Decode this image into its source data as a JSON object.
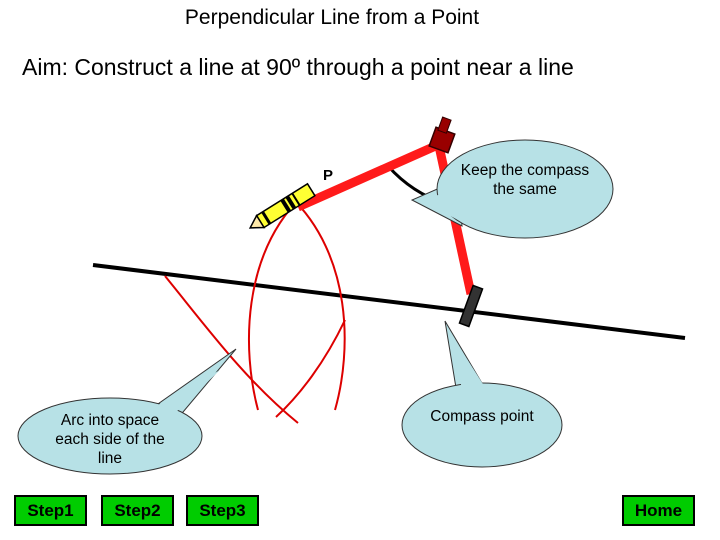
{
  "title": "Perpendicular Line from a Point",
  "aim": "Aim: Construct a line at 90º through a point near a line",
  "point_label": "P",
  "callouts": {
    "keep_compass": "Keep the compass the same",
    "arc_into_space": "Arc into space each side of the line",
    "compass_point": "Compass point"
  },
  "nav": {
    "step1": "Step1",
    "step2": "Step2",
    "step3": "Step3",
    "home": "Home"
  },
  "colors": {
    "compass_arm": "#ff1a1a",
    "compass_hinge": "#990000",
    "arc": "#dd0000",
    "pencil_body": "#ffff33",
    "callout_fill": "#b7e1e6",
    "button_fill": "#00cc00"
  }
}
